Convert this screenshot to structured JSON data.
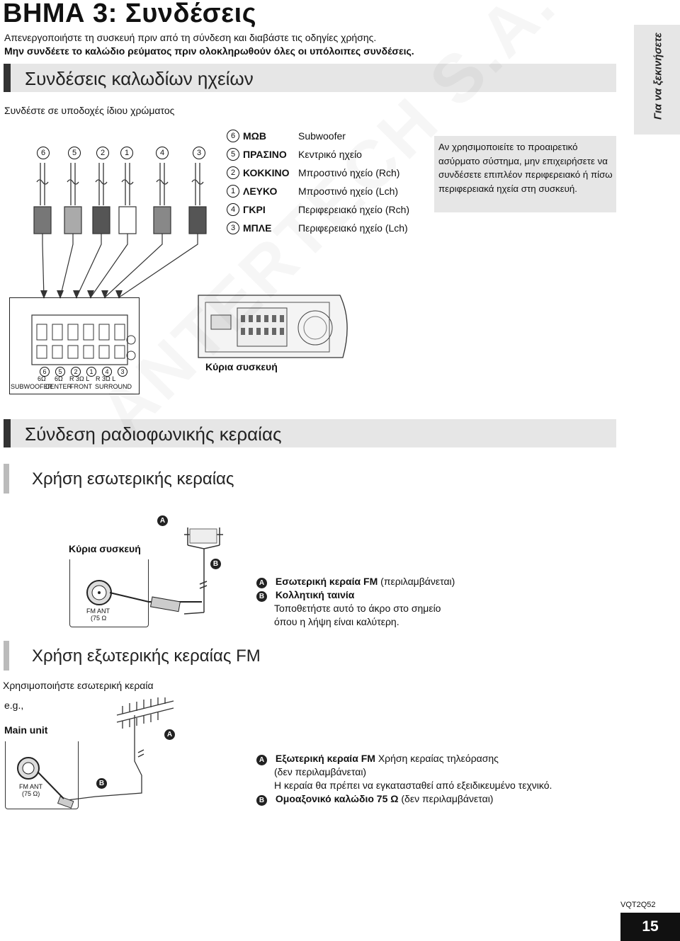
{
  "title": "ΒΗΜΑ 3: Συνδέσεις",
  "intro_line1": "Απενεργοποιήστε τη συσκευή πριν από τη σύνδεση και διαβάστε τις οδηγίες χρήσης.",
  "intro_line2": "Μην συνδέετε το καλώδιο ρεύματος πριν ολοκληρωθούν όλες οι υπόλοιπες συνδέσεις.",
  "side_tab": "Για να ξεκινήσετε",
  "section1": {
    "heading": "Συνδέσεις καλωδίων ηχείων",
    "subtitle": "Συνδέστε σε υποδοχές ίδιου χρώματος",
    "cable_numbers": [
      "6",
      "5",
      "2",
      "1",
      "4",
      "3"
    ],
    "legend": [
      {
        "num": "6",
        "color": "ΜΩΒ",
        "desc": "Subwoofer"
      },
      {
        "num": "5",
        "color": "ΠΡΑΣΙΝΟ",
        "desc": "Κεντρικό ηχείο"
      },
      {
        "num": "2",
        "color": "ΚΟΚΚΙΝΟ",
        "desc": "Μπροστινό ηχείο (Rch)"
      },
      {
        "num": "1",
        "color": "ΛΕΥΚΟ",
        "desc": "Μπροστινό ηχείο (Lch)"
      },
      {
        "num": "4",
        "color": "ΓΚΡΙ",
        "desc": "Περιφερειακό ηχείο (Rch)"
      },
      {
        "num": "3",
        "color": "ΜΠΛΕ",
        "desc": "Περιφερειακό ηχείο  (Lch)"
      }
    ],
    "note": "Αν χρησιμοποιείτε το προαιρετικό ασύρματο σύστημα, μην επιχειρήσετε να συνδέσετε επιπλέον περιφερειακό ή πίσω περιφερειακά ηχεία στη συσκευή.",
    "terminal_numbers": [
      "6",
      "5",
      "2",
      "1",
      "4",
      "3"
    ],
    "terminal_ohms": [
      "6Ω",
      "6Ω",
      "R 3Ω L",
      "R 3Ω L"
    ],
    "terminal_labels": [
      "SUBWOOFER",
      "CENTER",
      "FRONT",
      "SURROUND"
    ],
    "main_unit": "Κύρια συσκευή"
  },
  "section2": {
    "heading": "Σύνδεση ραδιοφωνικής κεραίας",
    "sub1": {
      "heading": "Χρήση εσωτερικής κεραίας",
      "main_unit": "Κύρια συσκευή",
      "jack_label_1": "FM ANT",
      "jack_label_2": "(75 Ω",
      "marker_a": "A",
      "marker_b": "B",
      "item_a_bold": "Εσωτερική κεραία FM",
      "item_a_rest": "(περιλαμβάνεται)",
      "item_b_bold": "Κολλητική ταινία",
      "item_b_line2": "Τοποθετήστε αυτό το άκρο στο σημείο",
      "item_b_line3": "όπου η λήψη είναι καλύτερη."
    },
    "sub2": {
      "heading": "Χρήση εξωτερικής κεραίας FM",
      "line1": "Χρησιμοποιήστε εσωτερική κεραία",
      "eg": "e.g.,",
      "main_unit": "Main unit",
      "jack_label_1": "FM ANT",
      "jack_label_2": "(75 Ω)",
      "marker_a": "A",
      "marker_b": "B",
      "item_a_bold": "Εξωτερική κεραία FM",
      "item_a_rest": "Χρήση κεραίας τηλεόρασης",
      "item_a_line2": "(δεν περιλαμβάνεται)",
      "item_a_line3": "Η κεραία θα πρέπει να εγκατασταθεί από εξειδικευμένο τεχνικό.",
      "item_b_bold": "Ομοαξονικό καλώδιο 75 Ω",
      "item_b_rest": "(δεν περιλαμβάνεται)"
    }
  },
  "watermark": "ANTERTECH S.A.",
  "doc_code": "VQT2Q52",
  "page_number": "15",
  "colors": {
    "section_bar": "#e6e6e6",
    "accent": "#333333",
    "page_badge": "#111111"
  }
}
